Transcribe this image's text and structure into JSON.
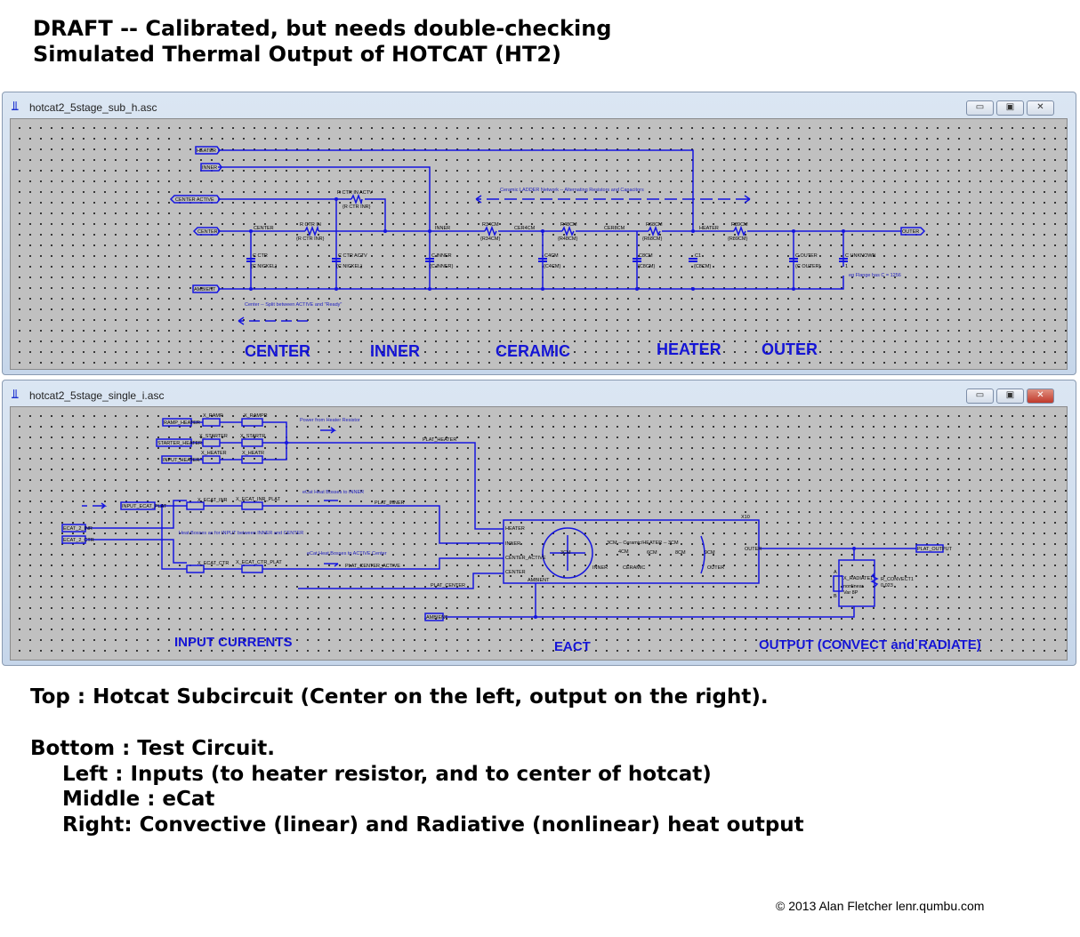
{
  "header": {
    "line1": "DRAFT --  Calibrated, but needs double-checking",
    "line2": "Simulated Thermal Output of HOTCAT (HT2)"
  },
  "windows": [
    {
      "title": "hotcat2_5stage_sub_h.asc",
      "buttons": {
        "minimize": "▭",
        "maximize": "▣",
        "close": "✕"
      }
    },
    {
      "title": "hotcat2_5stage_single_i.asc",
      "buttons": {
        "minimize": "▭",
        "maximize": "▣",
        "close": "✕"
      }
    }
  ],
  "top_schematic": {
    "ports": [
      "HEATER",
      "INNER",
      "CENTER ACTIVE",
      "CENTER",
      "AMBIENT",
      "OUTER"
    ],
    "nets": [
      "CENTER",
      "INNER",
      "CER4CM",
      "CER8CM",
      "HEATER"
    ],
    "resistors": [
      {
        "name": "R CTR IN",
        "value": "{R CTR INR}"
      },
      {
        "name": "R CTR IN ACTV",
        "value": "{R CTR INR}"
      },
      {
        "name": "R34CM",
        "value": "{R34CM}"
      },
      {
        "name": "R48CM",
        "value": "{R48CM}"
      },
      {
        "name": "R68CM",
        "value": "{R68CM}"
      },
      {
        "name": "R89CM",
        "value": "{R89CM}"
      }
    ],
    "capacitors": [
      {
        "name": "C CTR",
        "value": "{C NICKEL}"
      },
      {
        "name": "C CTR ACTV",
        "value": "{C NICKEL}"
      },
      {
        "name": "C INNER",
        "value": "{C INNER}"
      },
      {
        "name": "C4CM",
        "value": "{C4CM}"
      },
      {
        "name": "C8CM",
        "value": "{C8CM}"
      },
      {
        "name": "C1",
        "value": "{C8CM}"
      },
      {
        "name": "C OUTER",
        "value": "{C OUTER}"
      },
      {
        "name": "C UNKNOWN",
        "value": "1"
      }
    ],
    "comments": {
      "ladder": "Ceramic LADDER Network -- Alternating Resistors and Capacitors",
      "center": "Center -- Split between ACTIVE and \"Ready\"",
      "flange": "eg Flange has C =   1256"
    },
    "sections": [
      "CENTER",
      "INNER",
      "CERAMIC",
      "HEATER",
      "OUTER"
    ]
  },
  "bottom_schematic": {
    "ports": [
      "RAMP_HEATER",
      "STARTER_HEATER",
      "INPUT_HEATER",
      "INPUT_ECAT_PLAT",
      "ECAT_2_INR",
      "ECAT_2_CTR",
      "PLAT_OUTPUT",
      "AMBIENT"
    ],
    "blocks": [
      "X_RAMP",
      "X_RAMPR",
      "X_STARTER",
      "X_STARTR",
      "X_HEATER",
      "X_HEATR",
      "X_ECAT_INR",
      "X_ECAT_INR_PLAT",
      "X_ECAT_CTR",
      "X_ECAT_CTR_PLAT"
    ],
    "nets": [
      "PLAT_HEATER",
      "PLAT_INNER",
      "PLAT_CENTER_ACTIVE",
      "PLAT_CENTER"
    ],
    "comments": [
      "Power from Heater Resistor",
      "eCat Heat Bosses to INNER",
      "Heat Bosses as for INPUT between INNER and CENTER",
      "eCat Heat Bosses to ACTIVE Center"
    ],
    "ecat": {
      "id": "X10",
      "pins": [
        "HEATER",
        "INNER",
        "CENTER_ACTIVE",
        "CENTER",
        "AMBIENT",
        "OUTER"
      ],
      "inner": [
        "3CM",
        "3CM -- Ceramic/HEATER -- 3CM",
        "4CM",
        "6CM",
        "8CM",
        "9CM",
        "INNER",
        "CERAMIC",
        "OUTER"
      ]
    },
    "output": {
      "radiator": "X_RADIATE1",
      "radiator_val": "nonlinear",
      "radiator_val2": "Var 8P",
      "convect": "R_CONVECT1",
      "convect_val": "0.023",
      "pinA": "A",
      "pinB": "B"
    },
    "sections": [
      "INPUT CURRENTS",
      "EACT",
      "OUTPUT (CONVECT and RADIATE)"
    ]
  },
  "description": {
    "top": "Top : Hotcat Subcircuit (Center on the left, output on the right).",
    "bottom": "Bottom : Test Circuit.",
    "left": "Left : Inputs (to heater resistor, and to center of hotcat)",
    "middle": "Middle : eCat",
    "right": "Right: Convective (linear) and Radiative (nonlinear) heat output"
  },
  "copyright": "© 2013 Alan Fletcher lenr.qumbu.com",
  "colors": {
    "wire": "#1515e0",
    "canvas": "#c0c0c0"
  }
}
